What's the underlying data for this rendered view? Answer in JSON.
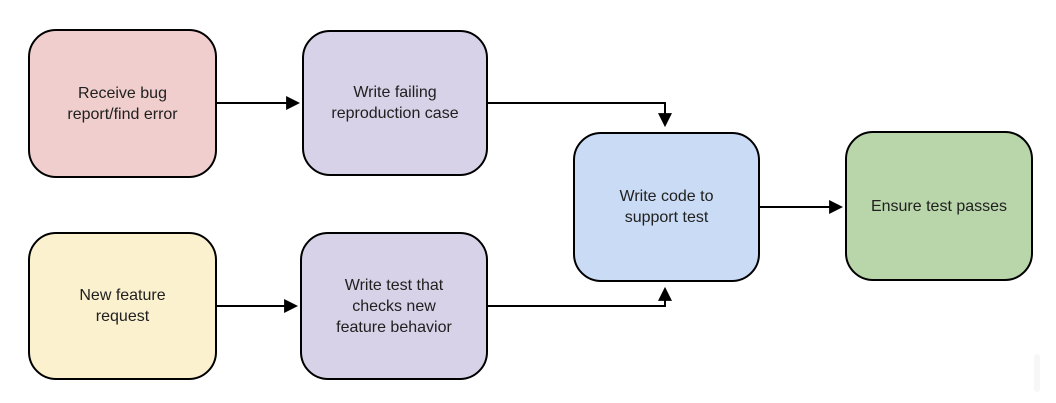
{
  "diagram": {
    "type": "flowchart",
    "background": "#ffffff",
    "stroke_color": "#000000",
    "text_color": "#202020",
    "nodes": [
      {
        "id": "receive-bug-report",
        "label": "Receive bug\nreport/find error",
        "fill": "#f0cecd"
      },
      {
        "id": "write-failing-reproduction",
        "label": "Write failing\nreproduction case",
        "fill": "#d7d2e7"
      },
      {
        "id": "new-feature-request",
        "label": "New feature\nrequest",
        "fill": "#fbf1cf"
      },
      {
        "id": "write-test-checks-feature",
        "label": "Write test that\nchecks new\nfeature behavior",
        "fill": "#d7d2e7"
      },
      {
        "id": "write-code-support-test",
        "label": "Write code to\nsupport test",
        "fill": "#cadbf5"
      },
      {
        "id": "ensure-test-passes",
        "label": "Ensure test passes",
        "fill": "#b8d6aa"
      }
    ],
    "edges": [
      {
        "from": "receive-bug-report",
        "to": "write-failing-reproduction"
      },
      {
        "from": "write-failing-reproduction",
        "to": "write-code-support-test"
      },
      {
        "from": "new-feature-request",
        "to": "write-test-checks-feature"
      },
      {
        "from": "write-test-checks-feature",
        "to": "write-code-support-test"
      },
      {
        "from": "write-code-support-test",
        "to": "ensure-test-passes"
      }
    ]
  }
}
